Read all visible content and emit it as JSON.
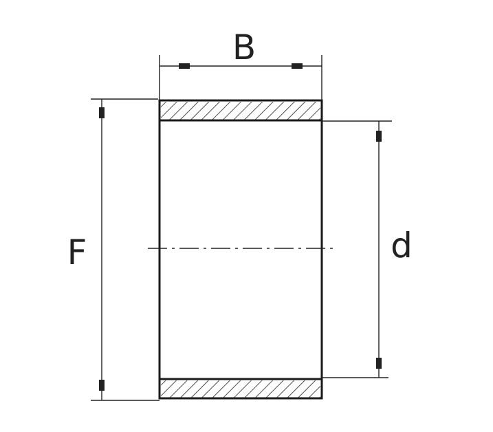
{
  "labels": {
    "width": "B",
    "outer_diameter": "F",
    "inner_diameter": "d"
  }
}
